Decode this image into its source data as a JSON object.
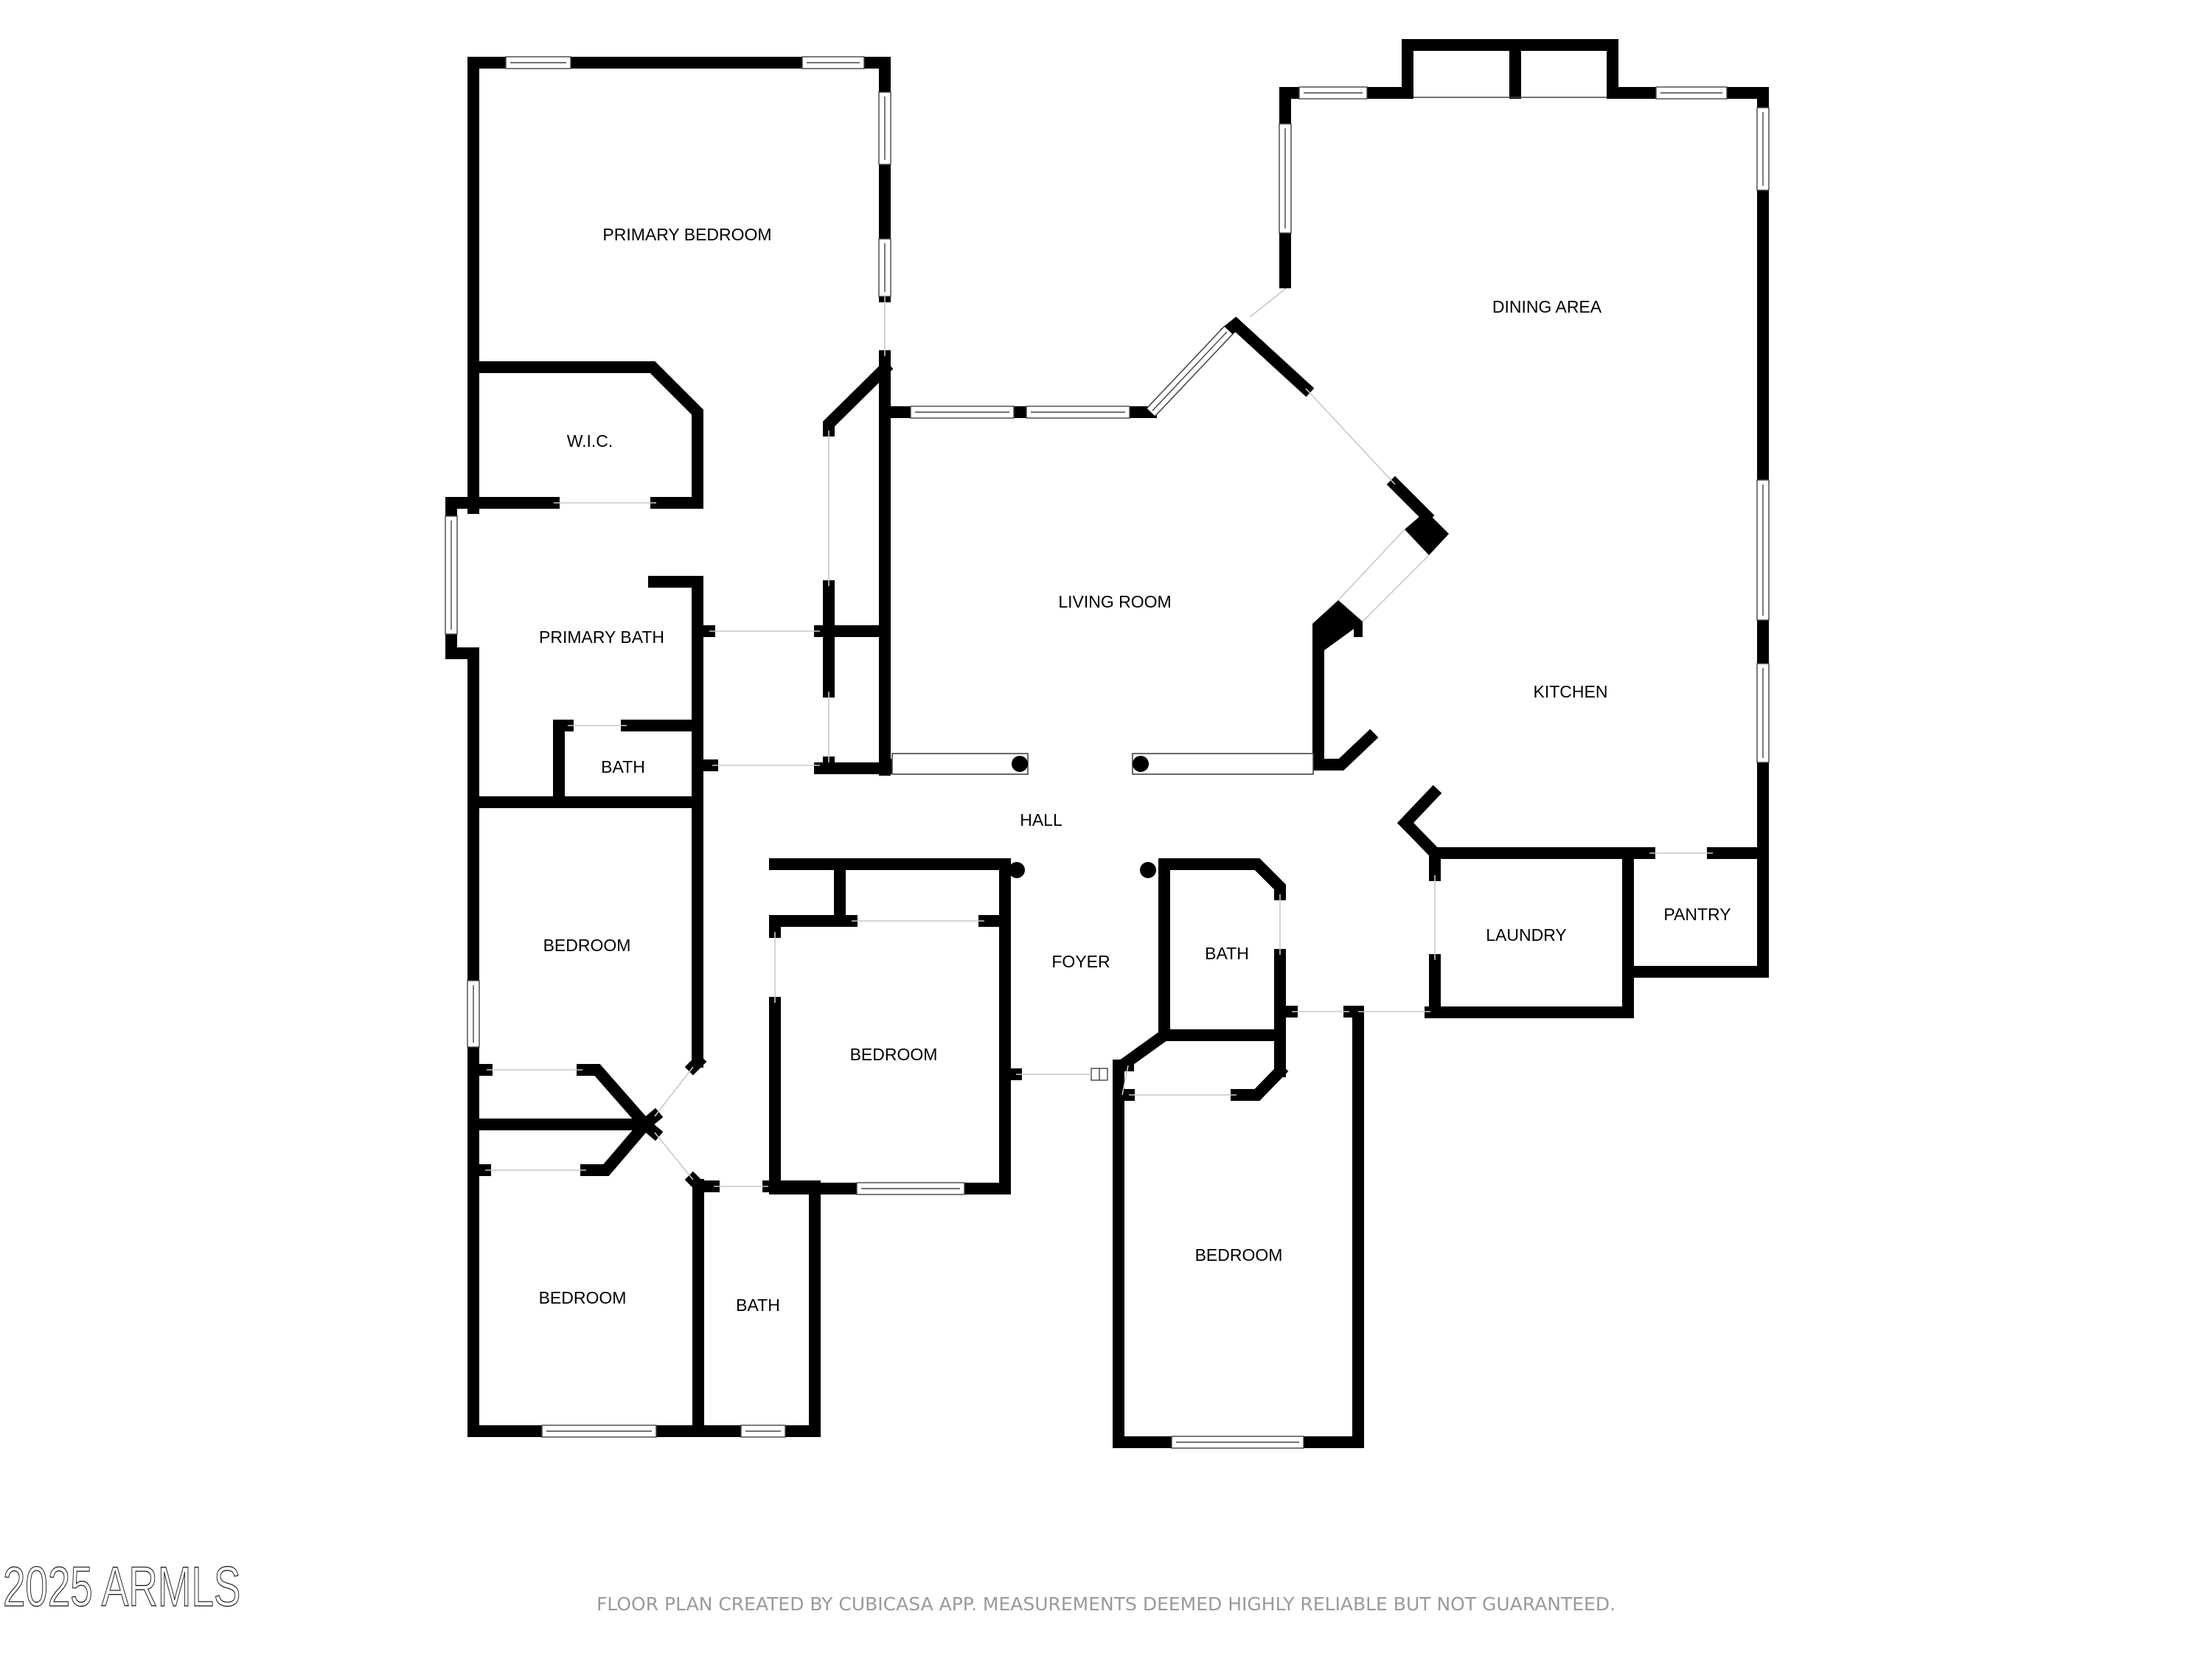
{
  "floor_plan": {
    "rooms": {
      "primary_bedroom": "PRIMARY BEDROOM",
      "wic": "W.I.C.",
      "primary_bath": "PRIMARY BATH",
      "bath_primary_wc": "BATH",
      "bedroom_west_upper": "BEDROOM",
      "bedroom_west_lower": "BEDROOM",
      "bath_west": "BATH",
      "bedroom_center": "BEDROOM",
      "living_room": "LIVING ROOM",
      "hall": "HALL",
      "foyer": "FOYER",
      "bath_east": "BATH",
      "bedroom_east": "BEDROOM",
      "dining_area": "DINING AREA",
      "kitchen": "KITCHEN",
      "laundry": "LAUNDRY",
      "pantry": "PANTRY"
    },
    "colors": {
      "wall": "#000000",
      "background": "#ffffff",
      "footer_text": "#9a9a9a"
    }
  },
  "footer": {
    "disclaimer": "FLOOR PLAN CREATED BY CUBICASA APP. MEASUREMENTS DEEMED HIGHLY RELIABLE BUT NOT GUARANTEED.",
    "watermark": "2025 ARMLS"
  }
}
